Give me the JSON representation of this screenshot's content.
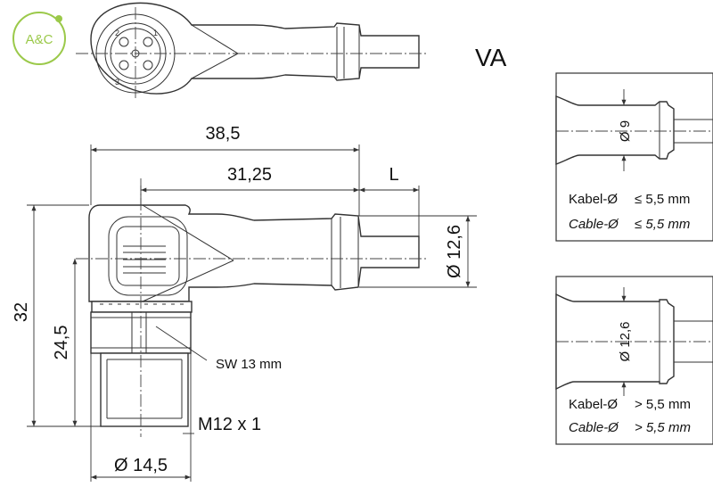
{
  "logo": {
    "text": "A&C",
    "color": "#9bc94a"
  },
  "title": "VA",
  "pins": [
    "2",
    "1",
    "3"
  ],
  "dimensions": {
    "length_total": "38,5",
    "length_body": "31,25",
    "length_cable": "L",
    "diameter_body": "Ø 12,6",
    "height_total": "32",
    "height_nut": "24,5",
    "wrench": "SW 13 mm",
    "thread": "M12 x 1",
    "diameter_nut": "Ø 14,5"
  },
  "detail_small": {
    "diameter": "Ø 9",
    "kabel_label": "Kabel-Ø",
    "kabel_value": "≤ 5,5 mm",
    "cable_label": "Cable-Ø",
    "cable_value": "≤ 5,5 mm"
  },
  "detail_large": {
    "diameter": "Ø 12,6",
    "kabel_label": "Kabel-Ø",
    "kabel_value": "> 5,5 mm",
    "cable_label": "Cable-Ø",
    "cable_value": "> 5,5 mm"
  }
}
